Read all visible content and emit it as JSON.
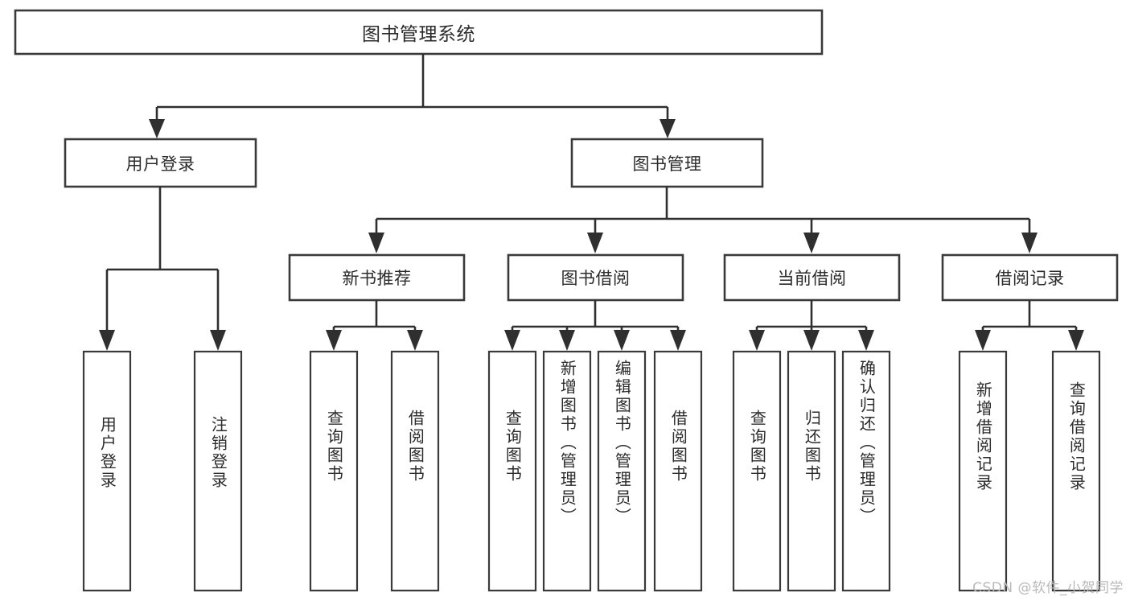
{
  "diagram": {
    "type": "tree-hierarchy",
    "title": "图书管理系统",
    "watermark": "CSDN @软件_小贺同学",
    "colors": {
      "box_stroke": "#3a3a3a",
      "connector": "#2f2f2f",
      "background": "#ffffff",
      "text": "#2b2b2b",
      "watermark": "#b9b9b9"
    },
    "root": {
      "label": "图书管理系统"
    },
    "level2": [
      {
        "label": "用户登录"
      },
      {
        "label": "图书管理"
      }
    ],
    "level3": [
      {
        "label": "新书推荐"
      },
      {
        "label": "图书借阅"
      },
      {
        "label": "当前借阅"
      },
      {
        "label": "借阅记录"
      }
    ],
    "leaves": {
      "user_login": [
        {
          "label": "用户登录"
        },
        {
          "label": "注销登录"
        }
      ],
      "new_book_recommend": [
        {
          "label": "查询图书"
        },
        {
          "label": "借阅图书"
        }
      ],
      "book_borrow": [
        {
          "label": "查询图书"
        },
        {
          "label": "新增图书（管理员）"
        },
        {
          "label": "编辑图书（管理员）"
        },
        {
          "label": "借阅图书"
        }
      ],
      "current_borrow": [
        {
          "label": "查询图书"
        },
        {
          "label": "归还图书"
        },
        {
          "label": "确认归还（管理员）"
        }
      ],
      "borrow_record": [
        {
          "label": "新增借阅记录"
        },
        {
          "label": "查询借阅记录"
        }
      ]
    }
  }
}
